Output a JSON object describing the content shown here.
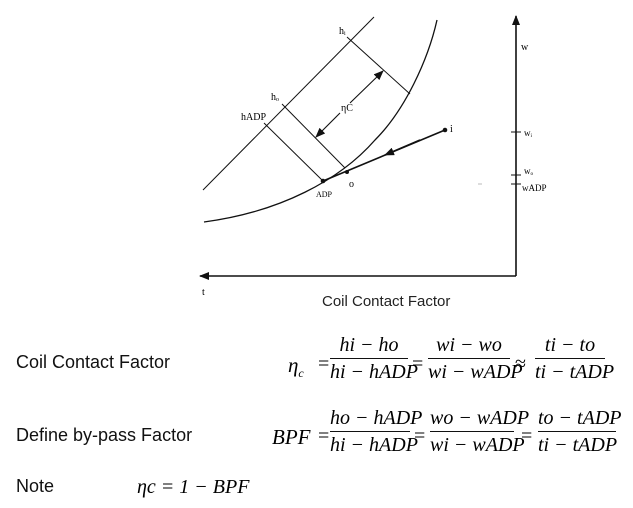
{
  "diagram": {
    "labels": {
      "h_i": "hᵢ",
      "h_o": "hₒ",
      "h_adp": "hADP",
      "eta_c": "ηC",
      "w": "w",
      "w_i": "wᵢ",
      "w_o": "wₒ",
      "w_adp": "wADP",
      "t": "t",
      "point_i": "i",
      "point_o": "o",
      "point_adp": "ADP"
    },
    "caption": "Coil Contact Factor"
  },
  "equations": [
    {
      "label": "Coil Contact Factor",
      "lhs": "η",
      "lhs_sub": "c",
      "terms": [
        {
          "num": "hi − ho",
          "den": "hi − hADP"
        },
        {
          "num": "wi − wo",
          "den": "wi − wADP"
        },
        {
          "num": "ti − to",
          "den": "ti − tADP"
        }
      ],
      "ops": [
        "=",
        "=",
        "≈"
      ]
    },
    {
      "label": "Define by-pass Factor",
      "lhs": "BPF",
      "terms": [
        {
          "num": "ho − hADP",
          "den": "hi − hADP"
        },
        {
          "num": "wo − wADP",
          "den": "wi − wADP"
        },
        {
          "num": "to − tADP",
          "den": "ti − tADP"
        }
      ],
      "ops": [
        "=",
        "=",
        "="
      ]
    },
    {
      "label": "Note",
      "expr": "ηc = 1 − BPF"
    }
  ]
}
